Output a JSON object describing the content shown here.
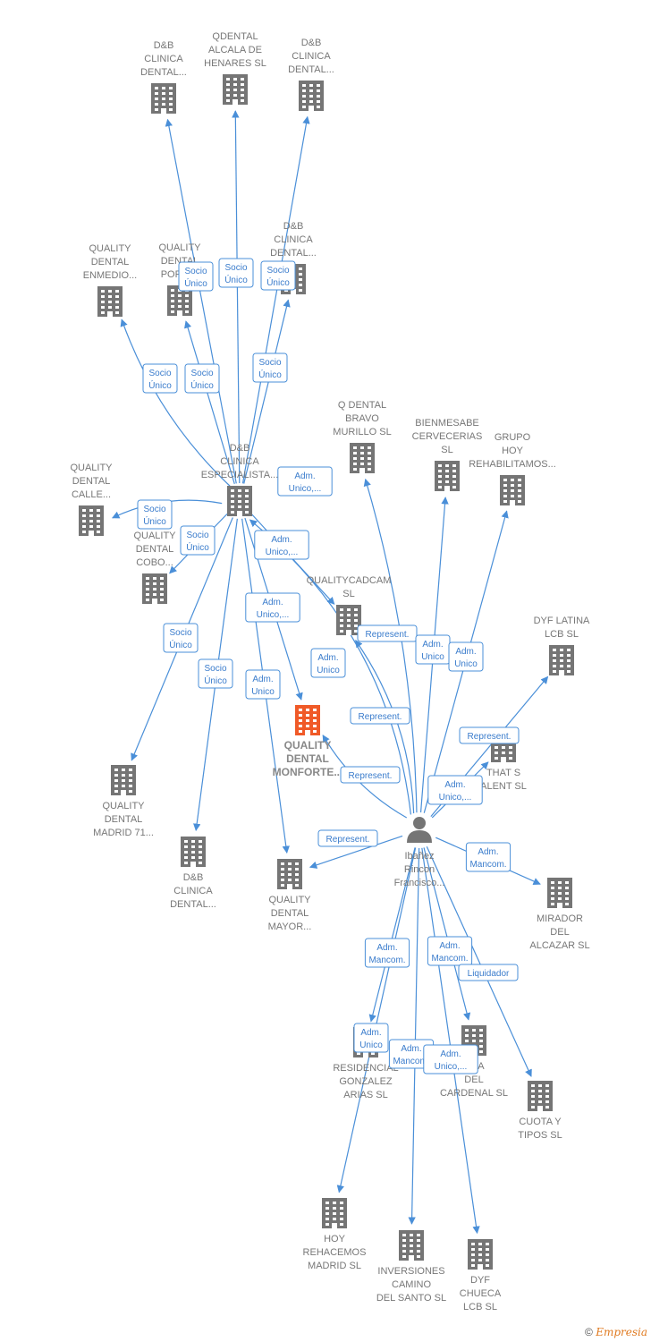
{
  "colors": {
    "edge": "#4a8fd8",
    "building": "#757575",
    "focus": "#f05a28",
    "person": "#757575"
  },
  "nodes": [
    {
      "id": "n1",
      "kind": "company",
      "lines": [
        "D&B",
        "CLINICA",
        "DENTAL..."
      ]
    },
    {
      "id": "n2",
      "kind": "company",
      "lines": [
        "QDENTAL",
        "ALCALA DE",
        "HENARES  SL"
      ]
    },
    {
      "id": "n3",
      "kind": "company",
      "lines": [
        "D&B",
        "CLINICA",
        "DENTAL..."
      ]
    },
    {
      "id": "n4",
      "kind": "company",
      "lines": [
        "QUALITY",
        "DENTAL",
        "ENMEDIO..."
      ]
    },
    {
      "id": "n5",
      "kind": "company",
      "lines": [
        "QUALITY",
        "DENTAL",
        "PORTI..."
      ]
    },
    {
      "id": "n6",
      "kind": "company",
      "lines": [
        "D&B",
        "CLINICA",
        "DENTAL..."
      ]
    },
    {
      "id": "n7",
      "kind": "company",
      "lines": [
        "D&B",
        "CLINICA",
        "ESPECIALISTA..."
      ]
    },
    {
      "id": "n8",
      "kind": "company",
      "lines": [
        "QUALITY",
        "DENTAL",
        "CALLE..."
      ]
    },
    {
      "id": "n9",
      "kind": "company",
      "lines": [
        "QUALITY",
        "DENTAL",
        "COBO..."
      ]
    },
    {
      "id": "n10",
      "kind": "company",
      "lines": [
        "Q DENTAL",
        "BRAVO",
        "MURILLO  SL"
      ]
    },
    {
      "id": "n11",
      "kind": "company",
      "lines": [
        "BIENMESABE",
        "CERVECERIAS",
        "SL"
      ]
    },
    {
      "id": "n12",
      "kind": "company",
      "lines": [
        "GRUPO",
        "HOY",
        "REHABILITAMOS..."
      ]
    },
    {
      "id": "n13",
      "kind": "company",
      "lines": [
        "QUALITYCADCAM",
        "SL"
      ]
    },
    {
      "id": "n14",
      "kind": "company",
      "lines": [
        "DYF LATINA",
        "LCB  SL"
      ]
    },
    {
      "id": "n15",
      "kind": "focus",
      "lines": [
        "QUALITY",
        "DENTAL",
        "MONFORTE..."
      ]
    },
    {
      "id": "n16",
      "kind": "company",
      "lines": [
        "THAT S",
        "ALENT  SL"
      ]
    },
    {
      "id": "n17",
      "kind": "company",
      "lines": [
        "QUALITY",
        "DENTAL",
        "MADRID 71..."
      ]
    },
    {
      "id": "n18",
      "kind": "company",
      "lines": [
        "D&B",
        "CLINICA",
        "DENTAL..."
      ]
    },
    {
      "id": "n19",
      "kind": "company",
      "lines": [
        "QUALITY",
        "DENTAL",
        "MAYOR..."
      ]
    },
    {
      "id": "n20",
      "kind": "person",
      "lines": [
        "Ibañez",
        "Rincon",
        "Francisco..."
      ]
    },
    {
      "id": "n21",
      "kind": "company",
      "lines": [
        "MIRADOR",
        "DEL",
        "ALCAZAR SL"
      ]
    },
    {
      "id": "n22",
      "kind": "company",
      "lines": [
        "RESIDENCIAL",
        "GONZALEZ",
        "ARIAS SL"
      ]
    },
    {
      "id": "n23",
      "kind": "company",
      "lines": [
        "NDA",
        "DEL",
        "CARDENAL SL"
      ]
    },
    {
      "id": "n24",
      "kind": "company",
      "lines": [
        "CUOTA Y",
        "TIPOS SL"
      ]
    },
    {
      "id": "n25",
      "kind": "company",
      "lines": [
        "HOY",
        "REHACEMOS",
        "MADRID SL"
      ]
    },
    {
      "id": "n26",
      "kind": "company",
      "lines": [
        "INVERSIONES",
        "CAMINO",
        "DEL SANTO SL"
      ]
    },
    {
      "id": "n27",
      "kind": "company",
      "lines": [
        "DYF",
        "CHUECA",
        "LCB  SL"
      ]
    }
  ],
  "edges": [
    {
      "from": "n7",
      "to": "n1",
      "label": [
        "Socio",
        "Único"
      ]
    },
    {
      "from": "n7",
      "to": "n2",
      "label": [
        "Socio",
        "Único"
      ]
    },
    {
      "from": "n7",
      "to": "n3",
      "label": [
        "Socio",
        "Único"
      ]
    },
    {
      "from": "n7",
      "to": "n4",
      "label": [
        "Socio",
        "Único"
      ]
    },
    {
      "from": "n7",
      "to": "n5",
      "label": [
        "Socio",
        "Único"
      ]
    },
    {
      "from": "n7",
      "to": "n6",
      "label": [
        "Socio",
        "Único"
      ]
    },
    {
      "from": "n7",
      "to": "n8",
      "label": [
        "Socio",
        "Único"
      ]
    },
    {
      "from": "n7",
      "to": "n9",
      "label": [
        "Socio",
        "Único"
      ]
    },
    {
      "from": "n7",
      "to": "n17",
      "label": [
        "Socio",
        "Único"
      ]
    },
    {
      "from": "n7",
      "to": "n18",
      "label": [
        "Socio",
        "Único"
      ]
    },
    {
      "from": "n7",
      "to": "n19",
      "label": [
        "Adm.",
        "Unico"
      ]
    },
    {
      "from": "n7",
      "to": "n15",
      "label": [
        "Adm.",
        "Unico,..."
      ]
    },
    {
      "from": "n7",
      "to": "n13",
      "label": [
        "Adm.",
        "Unico,..."
      ]
    },
    {
      "from": "n20",
      "to": "n7",
      "label": [
        "Adm.",
        "Unico,..."
      ]
    },
    {
      "from": "n20",
      "to": "n13",
      "label": [
        "Adm.",
        "Unico"
      ]
    },
    {
      "from": "n20",
      "to": "n10",
      "label": [
        "Represent."
      ]
    },
    {
      "from": "n20",
      "to": "n11",
      "label": [
        "Adm.",
        "Unico"
      ]
    },
    {
      "from": "n20",
      "to": "n12",
      "label": [
        "Adm.",
        "Unico"
      ]
    },
    {
      "from": "n20",
      "to": "n14",
      "label": [
        "Represent."
      ]
    },
    {
      "from": "n20",
      "to": "n15",
      "label": [
        "Represent."
      ]
    },
    {
      "from": "n20",
      "to": "n16",
      "label": [
        "Adm.",
        "Unico,..."
      ]
    },
    {
      "from": "n20",
      "to": "n19",
      "label": [
        "Represent."
      ]
    },
    {
      "from": "n20",
      "to": "n21",
      "label": [
        "Adm.",
        "Mancom."
      ]
    },
    {
      "from": "n20",
      "to": "n22",
      "label": [
        "Adm.",
        "Mancom."
      ]
    },
    {
      "from": "n20",
      "to": "n23",
      "label": [
        "Adm.",
        "Mancom."
      ]
    },
    {
      "from": "n20",
      "to": "n24",
      "label": [
        "Liquidador"
      ]
    },
    {
      "from": "n20",
      "to": "n25",
      "label": [
        "Adm.",
        "Unico"
      ]
    },
    {
      "from": "n20",
      "to": "n26",
      "label": [
        "Adm.",
        "Mancom."
      ]
    },
    {
      "from": "n20",
      "to": "n27",
      "label": [
        "Adm.",
        "Unico,..."
      ]
    }
  ],
  "extra_labels": [
    {
      "label": [
        "Represent."
      ]
    }
  ],
  "footer": {
    "copyright": "©",
    "brand": "Empresia"
  }
}
